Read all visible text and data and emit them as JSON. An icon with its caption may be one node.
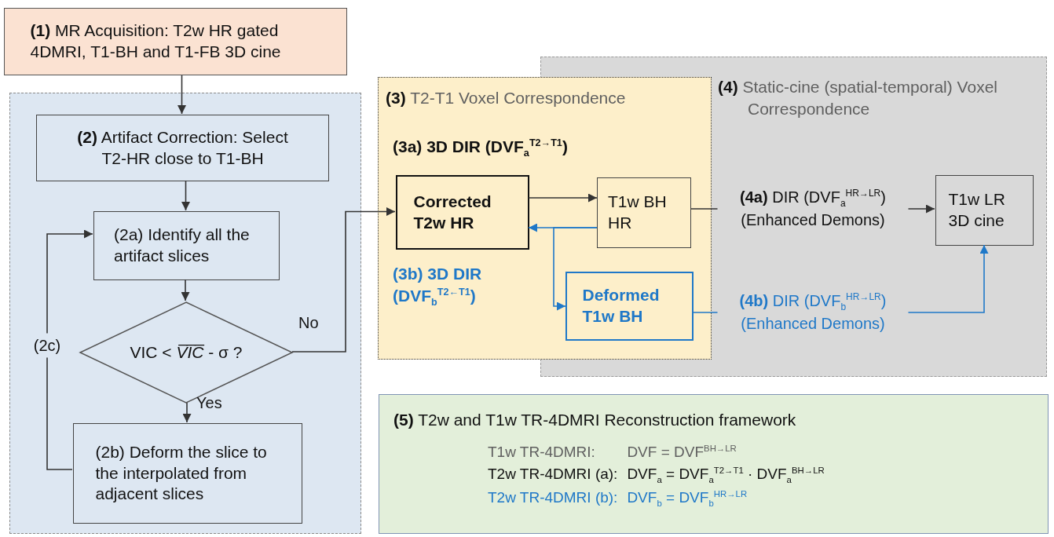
{
  "diagram": {
    "nodes": [
      {
        "text": [
          "**(1)** MR Acquisition: T2w HR gated 4DMRI, T1-BH and T1-FB 3D cine"
        ]
      },
      {
        "text": [],
        "shape": "box"
      },
      {
        "text": [
          "**(2)** Artifact Correction: Select T2-HR close to T1-BH"
        ],
        "in": 1
      },
      {
        "text": [
          "(2a) Identify all the artifact slices"
        ],
        "in": 1
      },
      {
        "text": [
          "VIC < *V̅I̅C̅* - σ ?"
        ],
        "in": 1
      },
      {
        "text": [
          "(2b) Deform the slice to the interpolated from adjacent slices"
        ],
        "in": 1
      },
      {
        "text": [
          "**(3)** T2-T1 Voxel Correspondence",
          "(3a) 3D DIR (DVF$_{a}$$^{T2→T1}$)",
          "(3b) 3D DIR (DVF$_{b}$$^{T2←T1}$)"
        ]
      },
      {
        "text": [
          "**(4)** Static-cine (spatial-temporal) Voxel Correspondence"
        ]
      },
      {
        "text": [
          "Corrected T2w HR"
        ],
        "in": 6
      },
      {
        "text": [
          "T1w BH HR"
        ]
      },
      {
        "text": [
          "Deformed T1w BH"
        ]
      },
      {
        "text": [
          "T1w LR 3D cine"
        ],
        "in": 7
      },
      {
        "text": [
          "**(5)** T2w and T1w TR-4DMRI Reconstruction framework",
          "T1w TR-4DMRI:",
          "DVF = DVF$^{BH→LR}$",
          "T2w TR-4DMRI (a):",
          "DVF$_{a}$ = DVF$_{a}$$^{T2→T1}$ · DVF$_{a}$$^{BH→LR}$",
          "T2w TR-4DMRI (b):",
          "DVF$_{b}$ = DVF$_{b}$$^{HR→LR}$"
        ]
      }
    ],
    "edges": [
      {
        "from": 0,
        "to": 2,
        "arrow": "to"
      },
      {
        "from": 2,
        "to": 3,
        "arrow": "to"
      },
      {
        "from": 3,
        "to": 4,
        "arrow": "to"
      },
      {
        "from": 4,
        "to": 5,
        "arrow": "to",
        "label": "Yes"
      },
      {
        "from": 5,
        "to": 3,
        "arrow": "to",
        "label": "(2c)"
      },
      {
        "from": 4,
        "to": 8,
        "arrow": "to",
        "label": "No"
      },
      {
        "from": 8,
        "to": 9,
        "arrow": "to"
      },
      {
        "from": 9,
        "to": 8,
        "arrow": "to",
        "color": "#1f78c8"
      },
      {
        "from": 9,
        "to": 10,
        "arrow": "to",
        "color": "#1f78c8"
      },
      {
        "from": 9,
        "to": 11,
        "arrow": "to",
        "label": "**(4a)** DIR (DVF$_{a}$$^{HR→LR}$) (Enhanced Demons)"
      },
      {
        "from": 10,
        "to": 11,
        "arrow": "to",
        "label": "**(4b)** DIR (DVF$_{b}$$^{HR→LR}$) (Enhanced Demons)",
        "color": "#1f78c8"
      }
    ]
  }
}
